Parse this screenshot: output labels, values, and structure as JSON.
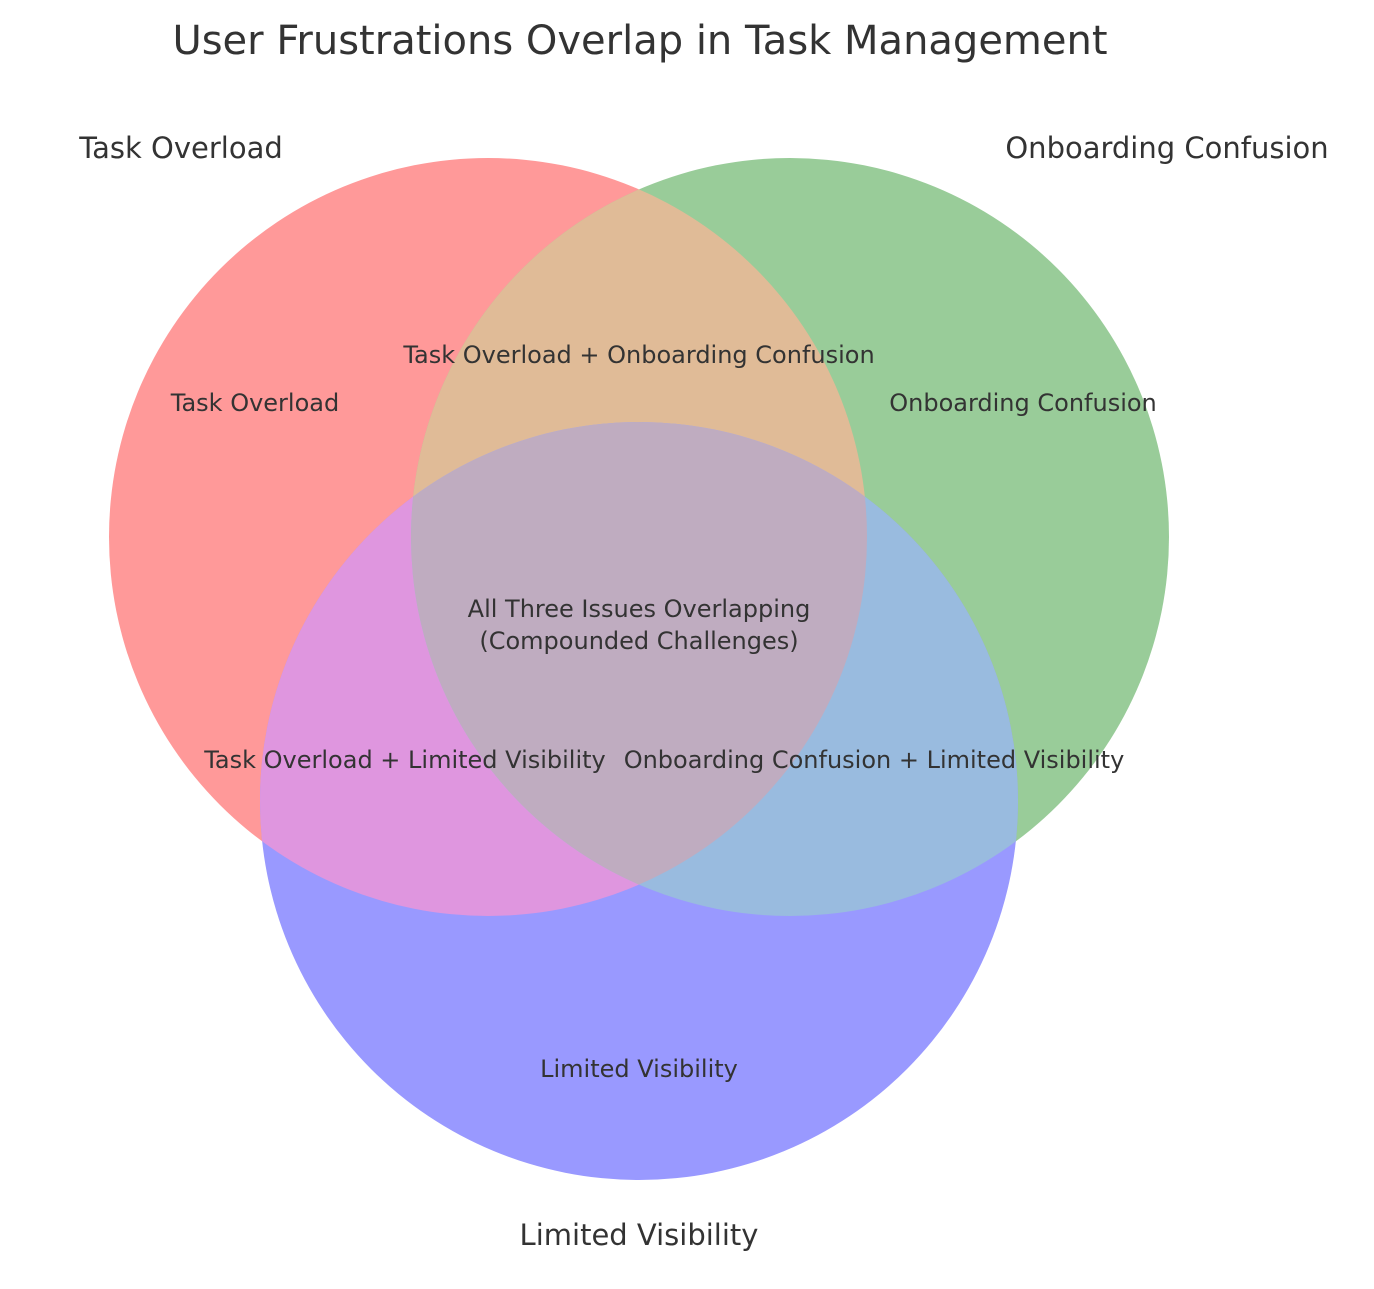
{
  "title": "User Frustrations Overlap in Task Management",
  "sets": [
    {
      "key": "a",
      "label": "Task Overload",
      "color": "#ff9999"
    },
    {
      "key": "b",
      "label": "Onboarding Confusion",
      "color": "#99cc99"
    },
    {
      "key": "c",
      "label": "Limited Visibility",
      "color": "#9999ff"
    }
  ],
  "regions": {
    "a_only": "Task Overload",
    "b_only": "Onboarding Confusion",
    "c_only": "Limited Visibility",
    "ab": "Task Overload + Onboarding Confusion",
    "ac": "Task Overload + Limited Visibility",
    "bc": "Onboarding Confusion + Limited Visibility",
    "abc_line1": "All Three Issues Overlapping",
    "abc_line2": "(Compounded Challenges)"
  },
  "region_colors": {
    "ab": "#e0bb97",
    "ac": "#df96df",
    "bc": "#99bbdf",
    "abc": "#bfacc0"
  }
}
